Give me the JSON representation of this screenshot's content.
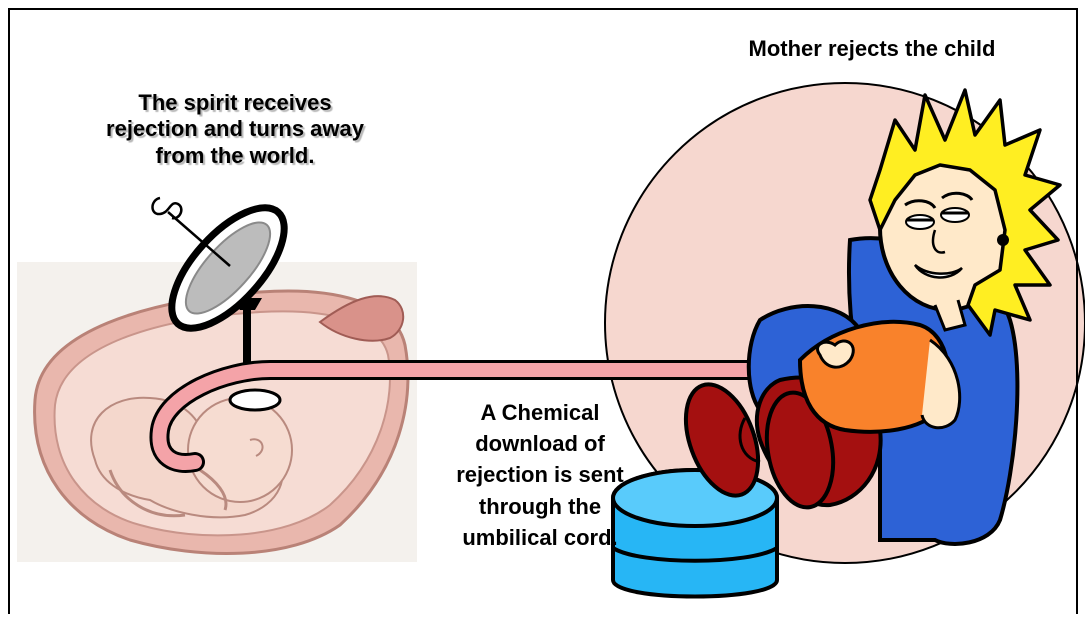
{
  "captions": {
    "spirit": [
      "The spirit receives",
      "rejection and turns away",
      "from the world."
    ],
    "mother": "Mother rejects the child",
    "chemical": [
      "A Chemical",
      "download of",
      "rejection is sent",
      "through the",
      "umbilical cord."
    ]
  },
  "colors": {
    "pink_circle": "#f6d7cf",
    "womb_fill": "#f2c9bf",
    "cord": "#f4a3a8",
    "hair": "#ffee22",
    "chair": "#2d62d6",
    "ottoman": "#27b6f5",
    "shirt": "#f9822b",
    "pants": "#a41010",
    "skin": "#ffe9c9"
  }
}
